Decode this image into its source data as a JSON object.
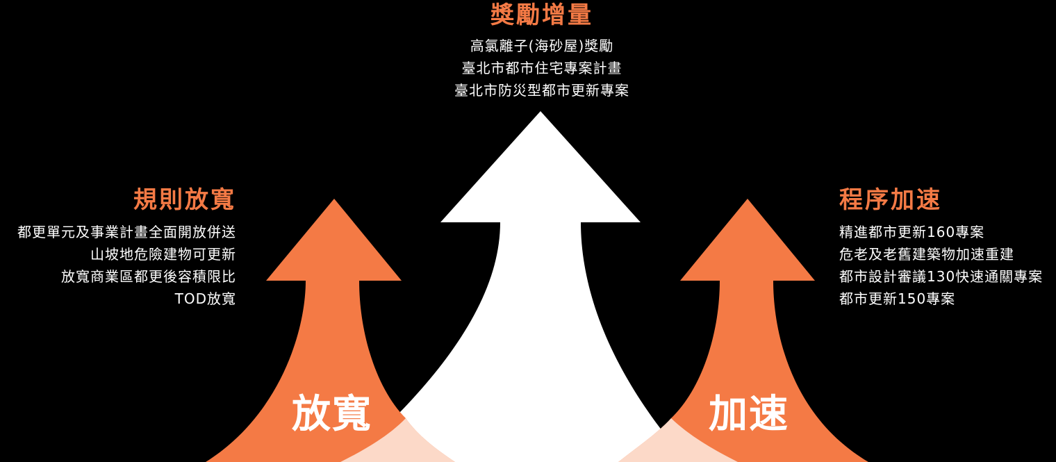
{
  "colors": {
    "background": "#000000",
    "accent": "#f47a45",
    "accent_light": "#fcd9c8",
    "text": "#ffffff"
  },
  "top": {
    "title": "獎勵增量",
    "items": [
      "高氯離子(海砂屋)獎勵",
      "臺北市都市住宅專案計畫",
      "臺北市防災型都市更新專案"
    ]
  },
  "left": {
    "title": "規則放寬",
    "items": [
      "都更單元及事業計畫全面開放併送",
      "山坡地危險建物可更新",
      "放寬商業區都更後容積限比",
      "TOD放寬"
    ],
    "arrow_label": "放寬"
  },
  "right": {
    "title": "程序加速",
    "items": [
      "精進都市更新160專案",
      "危老及老舊建築物加速重建",
      "都市設計審議130快速通關專案",
      "都市更新150專案"
    ],
    "arrow_label": "加速"
  }
}
